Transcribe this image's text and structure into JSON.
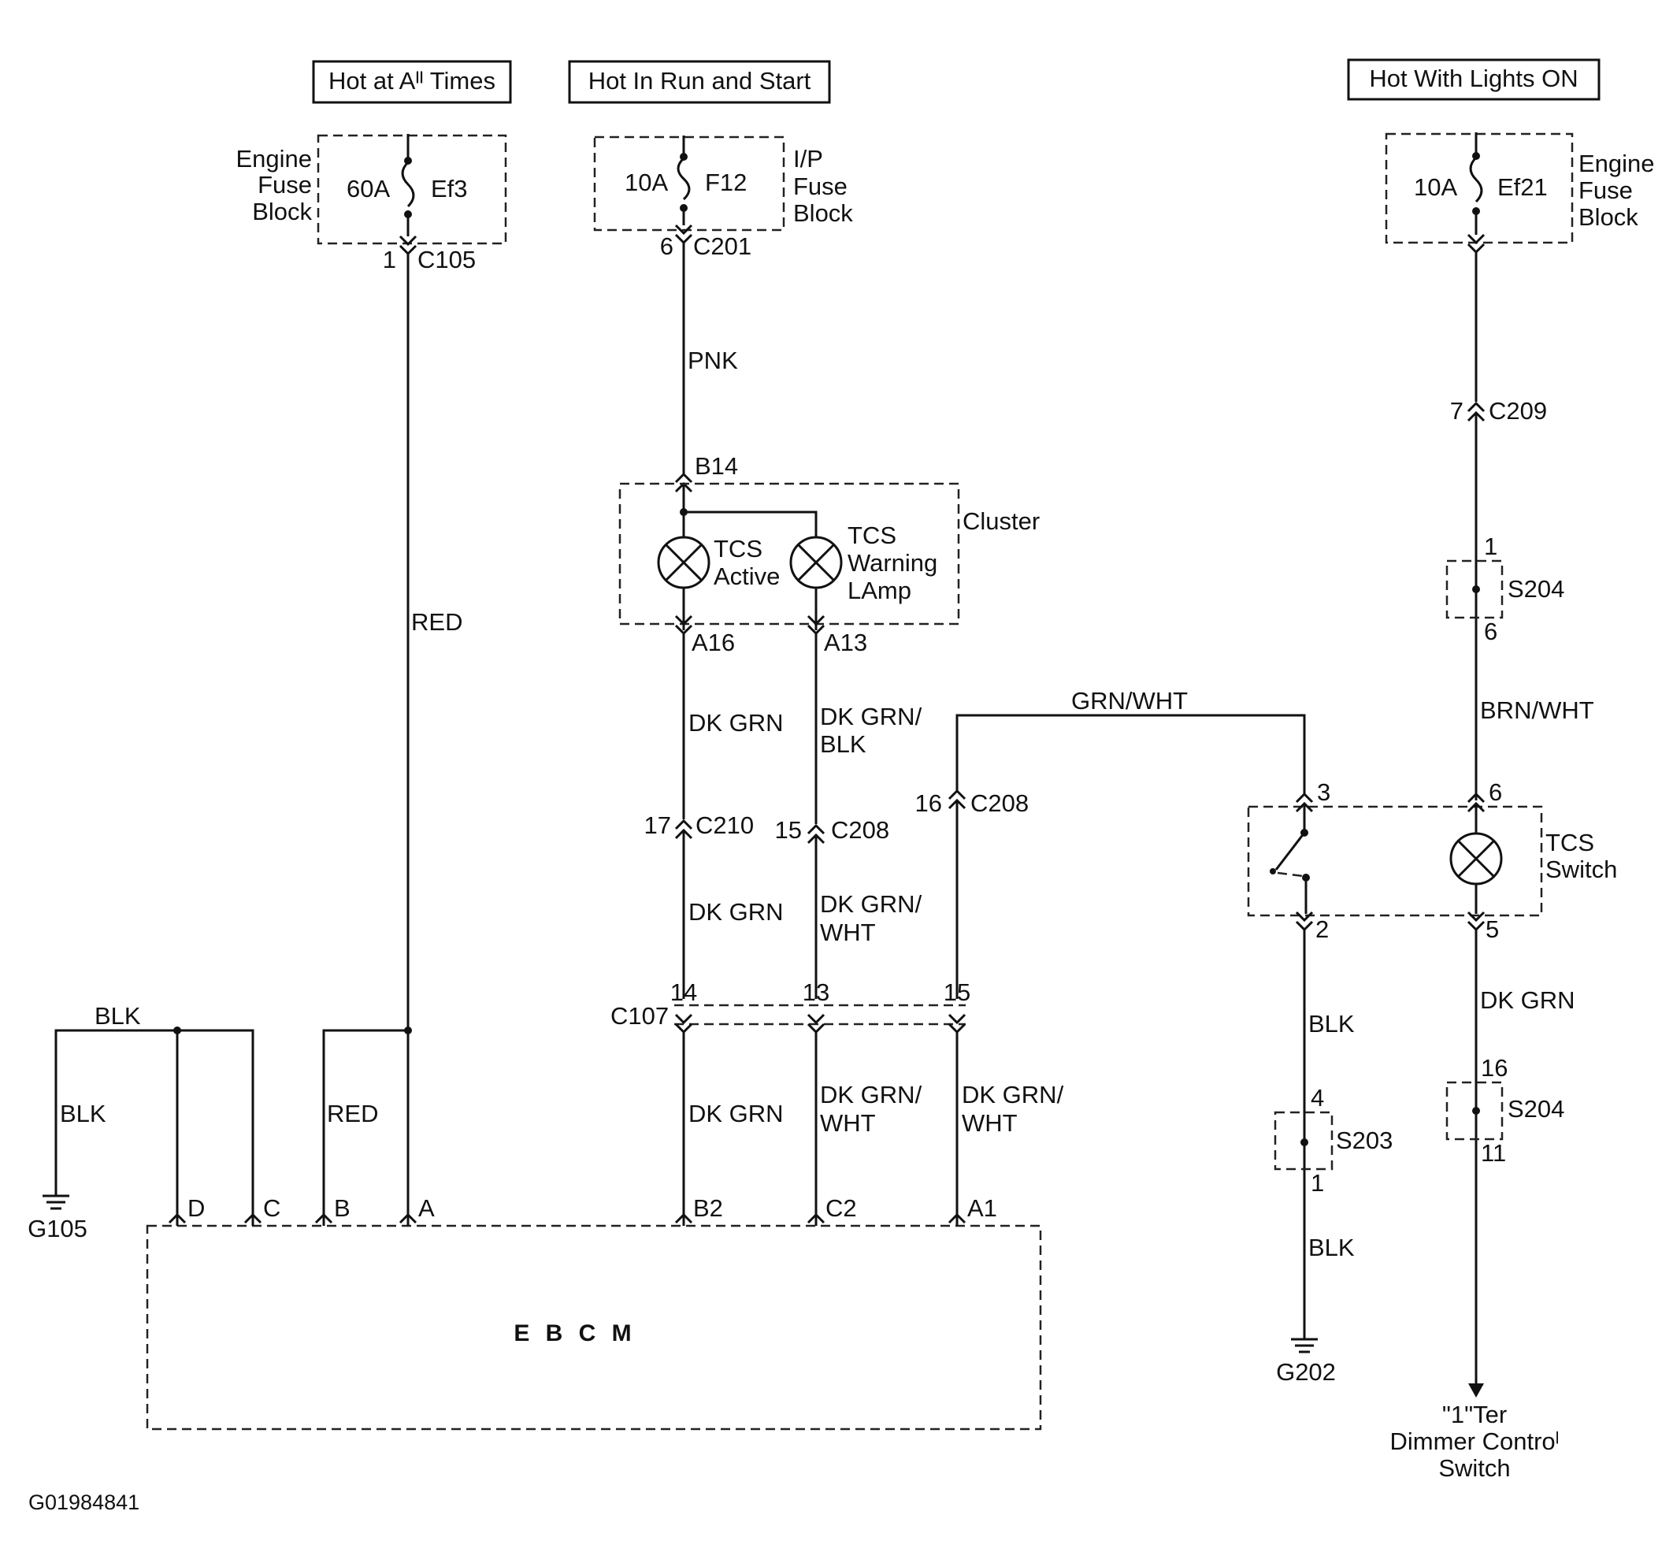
{
  "headers": {
    "hot_all": "Hot at Aᴵᴵ Times",
    "hot_run": "Hot In Run and Start",
    "hot_lights": "Hot With Lights ON"
  },
  "fuses": {
    "ef3": {
      "amp": "60A",
      "name": "Ef3",
      "block_lines": [
        "Engine",
        "Fuse",
        "Block"
      ]
    },
    "f12": {
      "amp": "10A",
      "name": "F12",
      "block_lines": [
        "I/P",
        "Fuse",
        "Block"
      ]
    },
    "ef21": {
      "amp": "10A",
      "name": "Ef21",
      "block_lines": [
        "Engine",
        "Fuse",
        "Block"
      ]
    }
  },
  "connectors": {
    "c105": {
      "pin": "1",
      "name": "C105"
    },
    "c201": {
      "pin": "6",
      "name": "C201"
    },
    "c209": {
      "pin": "7",
      "name": "C209"
    },
    "c210": {
      "pin": "17",
      "name": "C210"
    },
    "c208_a": {
      "pin": "15",
      "name": "C208"
    },
    "c208_b": {
      "pin": "16",
      "name": "C208"
    },
    "c107": {
      "name": "C107",
      "pins": [
        "14",
        "13",
        "15"
      ]
    },
    "b14": "B14",
    "a16": "A16",
    "a13": "A13"
  },
  "cluster": {
    "label": "Cluster",
    "tcs_active": [
      "TCS",
      "Active"
    ],
    "tcs_warning": [
      "TCS",
      "Warning",
      "LAmp"
    ]
  },
  "splices": {
    "s204_top": {
      "name": "S204",
      "pin_in": "1",
      "pin_out": "6"
    },
    "s204_bottom": {
      "name": "S204",
      "pin_in": "16",
      "pin_out": "11"
    },
    "s203": {
      "name": "S203",
      "pin_in": "4",
      "pin_out": "1"
    }
  },
  "tcs_switch": {
    "label_lines": [
      "TCS",
      "Switch"
    ],
    "pins": [
      "3",
      "2",
      "6",
      "5"
    ]
  },
  "wires": {
    "pnk": "PNK",
    "red": "RED",
    "red_b": "RED",
    "dkgrn_1": "DK GRN",
    "dkgrn_2": "DK GRN",
    "dkgrn_3": "DK GRN",
    "dkgrn_blk": [
      "DK GRN/",
      "BLK"
    ],
    "dkgrn_wht_1": [
      "DK GRN/",
      "WHT"
    ],
    "dkgrn_wht_2": [
      "DK GRN/",
      "WHT"
    ],
    "dkgrn_wht_3": [
      "DK GRN/",
      "WHT"
    ],
    "grn_wht": "GRN/WHT",
    "brn_wht": "BRN/WHT",
    "dkgrn_right": "DK GRN",
    "blk_top": "BLK",
    "blk_left": "BLK",
    "blk_1": "BLK",
    "blk_2": "BLK"
  },
  "ebcm": {
    "label": "E B C M",
    "pins": [
      "D",
      "C",
      "B",
      "A",
      "B2",
      "C2",
      "A1"
    ]
  },
  "grounds": {
    "g105": "G105",
    "g202": "G202"
  },
  "dimmer": [
    "\"1\"Ter",
    "Dimmer Controˡ",
    "Switch"
  ],
  "figure_id": "G01984841"
}
